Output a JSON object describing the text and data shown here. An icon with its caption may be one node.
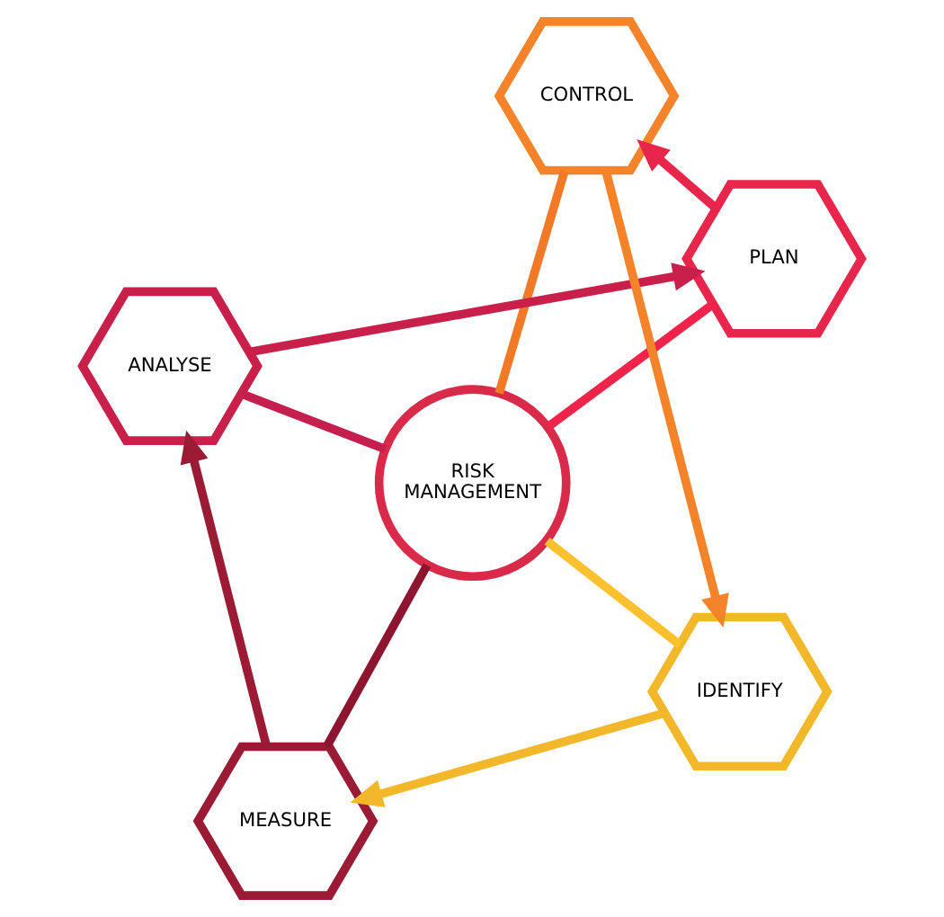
{
  "diagram": {
    "nodes": [
      {
        "text": [
          "RISK MANAGEMENT"
        ]
      },
      {
        "text": [
          "IDENTIFY"
        ]
      },
      {
        "text": [
          "MEASURE"
        ]
      },
      {
        "text": [
          "ANALYSE"
        ]
      },
      {
        "text": [
          "PLAN"
        ]
      },
      {
        "text": [
          "CONTROL"
        ]
      }
    ],
    "edges": [
      {
        "from": 0,
        "to": 1,
        "arrow": "none",
        "color": "#fdc02f"
      },
      {
        "from": 0,
        "to": 2,
        "arrow": "none",
        "color": "#8e1530"
      },
      {
        "from": 0,
        "to": 3,
        "arrow": "none",
        "color": "#c41f4f"
      },
      {
        "from": 0,
        "to": 4,
        "arrow": "none",
        "color": "#f0244a"
      },
      {
        "from": 0,
        "to": 5,
        "arrow": "none",
        "color": "#f27a26"
      },
      {
        "from": 1,
        "to": 2,
        "arrow": "to",
        "color": "#f2b82a"
      },
      {
        "from": 2,
        "to": 3,
        "arrow": "to",
        "color": "#9b1b35"
      },
      {
        "from": 3,
        "to": 4,
        "arrow": "to",
        "color": "#c8204b"
      },
      {
        "from": 4,
        "to": 5,
        "arrow": "to",
        "color": "#e8254a"
      },
      {
        "from": 5,
        "to": 1,
        "arrow": "to",
        "color": "#f5832a"
      }
    ]
  }
}
